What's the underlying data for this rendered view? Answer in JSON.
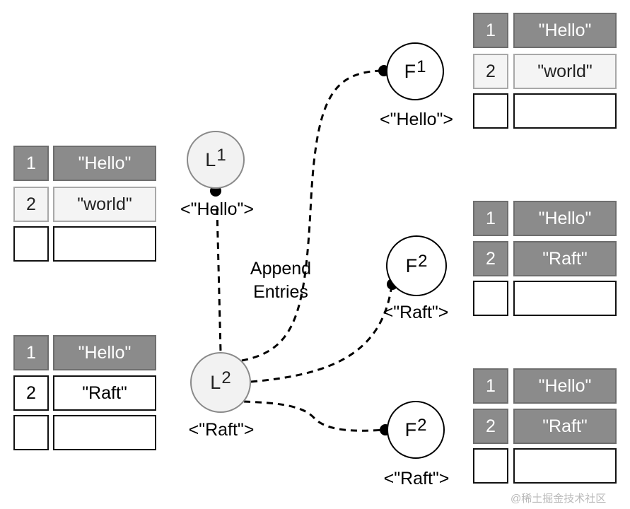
{
  "nodes": {
    "l1": {
      "letter": "L",
      "index": "1",
      "value": "<\"Hello\">"
    },
    "l2": {
      "letter": "L",
      "index": "2",
      "value": "<\"Raft\">"
    },
    "f1": {
      "letter": "F",
      "index": "1",
      "value": "<\"Hello\">"
    },
    "f2a": {
      "letter": "F",
      "index": "2",
      "value": "<\"Raft\">"
    },
    "f2b": {
      "letter": "F",
      "index": "2",
      "value": "<\"Raft\">"
    }
  },
  "edge_label": {
    "line1": "Append",
    "line2": "Entries"
  },
  "logs": {
    "l1_log": [
      {
        "index": "1",
        "value": "\"Hello\""
      },
      {
        "index": "2",
        "value": "\"world\""
      },
      {
        "index": "",
        "value": ""
      }
    ],
    "l2_log": [
      {
        "index": "1",
        "value": "\"Hello\""
      },
      {
        "index": "2",
        "value": "\"Raft\""
      },
      {
        "index": "",
        "value": ""
      }
    ],
    "f1_log": [
      {
        "index": "1",
        "value": "\"Hello\""
      },
      {
        "index": "2",
        "value": "\"world\""
      },
      {
        "index": "",
        "value": ""
      }
    ],
    "f2a_log": [
      {
        "index": "1",
        "value": "\"Hello\""
      },
      {
        "index": "2",
        "value": "\"Raft\""
      },
      {
        "index": "",
        "value": ""
      }
    ],
    "f2b_log": [
      {
        "index": "1",
        "value": "\"Hello\""
      },
      {
        "index": "2",
        "value": "\"Raft\""
      },
      {
        "index": "",
        "value": ""
      }
    ]
  },
  "watermark": "@稀土掘金技术社区",
  "colors": {
    "committed": "#8b8b8b",
    "uncommitted": "#f4f4f4",
    "empty": "#ffffff"
  }
}
